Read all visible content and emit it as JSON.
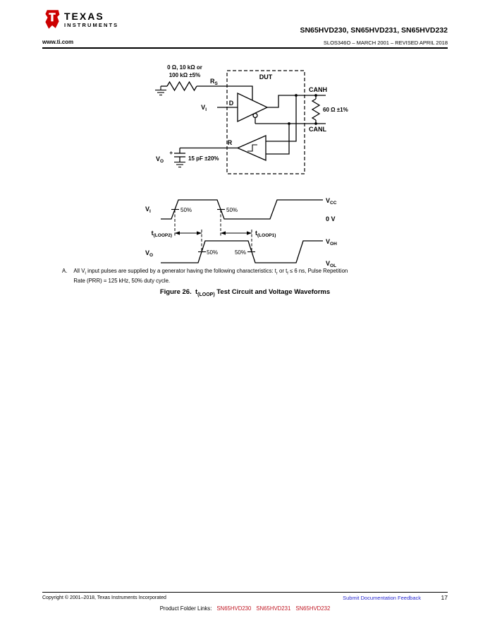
{
  "header": {
    "logo_line1": "TEXAS",
    "logo_line2": "INSTRUMENTS",
    "part_numbers": "SN65HVD230, SN65HVD231, SN65HVD232",
    "website": "www.ti.com",
    "doc_code": "SLOS346O – MARCH 2001 – REVISED APRIL 2018"
  },
  "circuit": {
    "rs_note1": "0 Ω, 10 kΩ or",
    "rs_note2": "100 kΩ ±5%",
    "rs": "R",
    "rs_sub": "S",
    "dut": "DUT",
    "d_pin": "D",
    "vi": "V",
    "vi_sub": "I",
    "canh": "CANH",
    "canl": "CANL",
    "term_res": "60 Ω ±1%",
    "r_pin": "R",
    "vo": "V",
    "vo_sub": "O",
    "plus": "+",
    "cap": "15 pF ±20%"
  },
  "waveform": {
    "vi": "V",
    "vi_sub": "I",
    "vo": "V",
    "vo_sub": "O",
    "vcc": "V",
    "vcc_sub": "CC",
    "zero": "0 V",
    "voh": "V",
    "voh_sub": "OH",
    "vol": "V",
    "vol_sub": "OL",
    "tloop2": "t",
    "tloop2_sub": "(LOOP2)",
    "tloop1": "t",
    "tloop1_sub": "(LOOP1)",
    "pct_vi_rise": "50%",
    "pct_vi_fall": "50%",
    "pct_vo_rise": "50%",
    "pct_vo_fall": "50%"
  },
  "note": {
    "marker": "A.",
    "seg1": "All V",
    "sub1": "I",
    "seg2": " input pulses are supplied by a generator having the following characteristics: t",
    "sub2": "r",
    "seg3": " or t",
    "sub3": "f",
    "seg4": " ≤ 6 ns, Pulse Repetition",
    "line2": "Rate (PRR) = 125 kHz, 50% duty cycle."
  },
  "caption": {
    "fig": "Figure 26.",
    "t": "t",
    "t_sub": "(LOOP)",
    "rest": " Test Circuit and Voltage Waveforms"
  },
  "footer": {
    "copyright": "Copyright © 2001–2018, Texas Instruments Incorporated",
    "feedback": "Submit Documentation Feedback",
    "page": "17",
    "links_label": "Product Folder Links:",
    "links": [
      "SN65HVD230",
      "SN65HVD231",
      "SN65HVD232"
    ]
  },
  "colors": {
    "ti_red": "#cc0000",
    "link_blue": "#2b2bd0",
    "link_red": "#c01622"
  }
}
